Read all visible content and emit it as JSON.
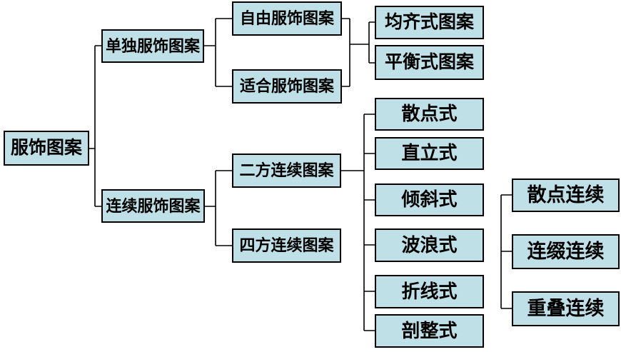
{
  "diagram": {
    "colors": {
      "node_fill": "#BEE0E6",
      "node_border": "#000000",
      "connector": "#000000",
      "background": "#ffffff"
    },
    "nodes": {
      "root": {
        "label": "服饰图案"
      },
      "single": {
        "label": "单独服饰图案"
      },
      "continuous": {
        "label": "连续服饰图案"
      },
      "free": {
        "label": "自由服饰图案"
      },
      "fitted": {
        "label": "适合服饰图案"
      },
      "symmetric": {
        "label": "均齐式图案"
      },
      "balanced": {
        "label": "平衡式图案"
      },
      "two_way": {
        "label": "二方连续图案"
      },
      "four_way": {
        "label": "四方连续图案"
      },
      "scatter": {
        "label": "散点式"
      },
      "upright": {
        "label": "直立式"
      },
      "slant": {
        "label": "倾斜式"
      },
      "wave": {
        "label": "波浪式"
      },
      "zigzag": {
        "label": "折线式"
      },
      "cut_whole": {
        "label": "剖整式"
      },
      "scatter_cont": {
        "label": "散点连续"
      },
      "link_cont": {
        "label": "连缀连续"
      },
      "overlap_cont": {
        "label": "重叠连续"
      }
    },
    "edges": [
      {
        "parent": "服饰图案",
        "children": [
          "单独服饰图案",
          "连续服饰图案"
        ]
      },
      {
        "parent": "单独服饰图案",
        "children": [
          "自由服饰图案",
          "适合服饰图案"
        ]
      },
      {
        "parent": "自由服饰图案 / 适合服饰图案",
        "children": [
          "均齐式图案",
          "平衡式图案"
        ]
      },
      {
        "parent": "连续服饰图案",
        "children": [
          "二方连续图案",
          "四方连续图案"
        ]
      },
      {
        "parent": "二方连续图案",
        "children": [
          "散点式",
          "直立式",
          "倾斜式",
          "波浪式",
          "折线式",
          "剖整式"
        ]
      },
      {
        "parent": "",
        "children": [
          "散点连续",
          "连缀连续",
          "重叠连续"
        ]
      }
    ]
  }
}
